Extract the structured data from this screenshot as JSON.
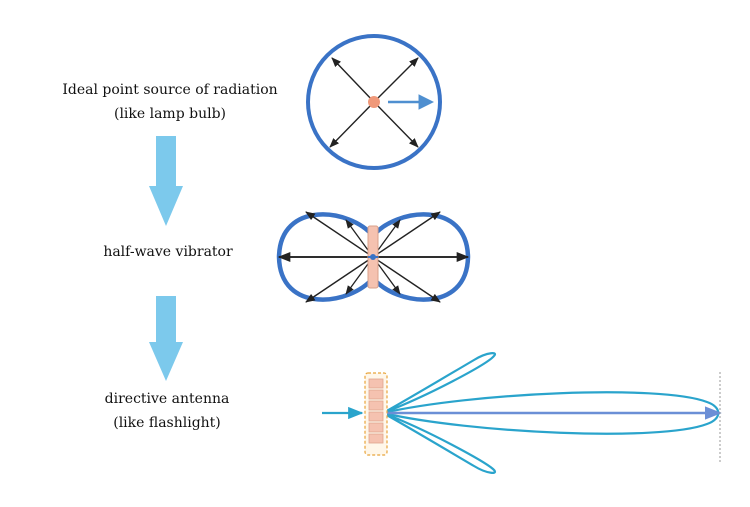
{
  "labels": {
    "point_source_line1": "Ideal point source of radiation",
    "point_source_line2": "(like lamp bulb)",
    "dipole": "half-wave vibrator",
    "directive_line1": "directive antenna",
    "directive_line2": "(like flashlight)"
  },
  "colors": {
    "circle_stroke": "#3a73c6",
    "flow_arrow": "#7cc9ec",
    "lobe_stroke": "#2aa4cc",
    "source_dot": "#f0997a",
    "dipole_element": "#f5c2b0",
    "element_border": "#e8a43a",
    "ray": "#222222",
    "main_beam_axis": "#6b8fd6"
  },
  "icons": [
    "down-arrow",
    "point-source",
    "dipole-element",
    "antenna-array",
    "direction-arrow"
  ]
}
